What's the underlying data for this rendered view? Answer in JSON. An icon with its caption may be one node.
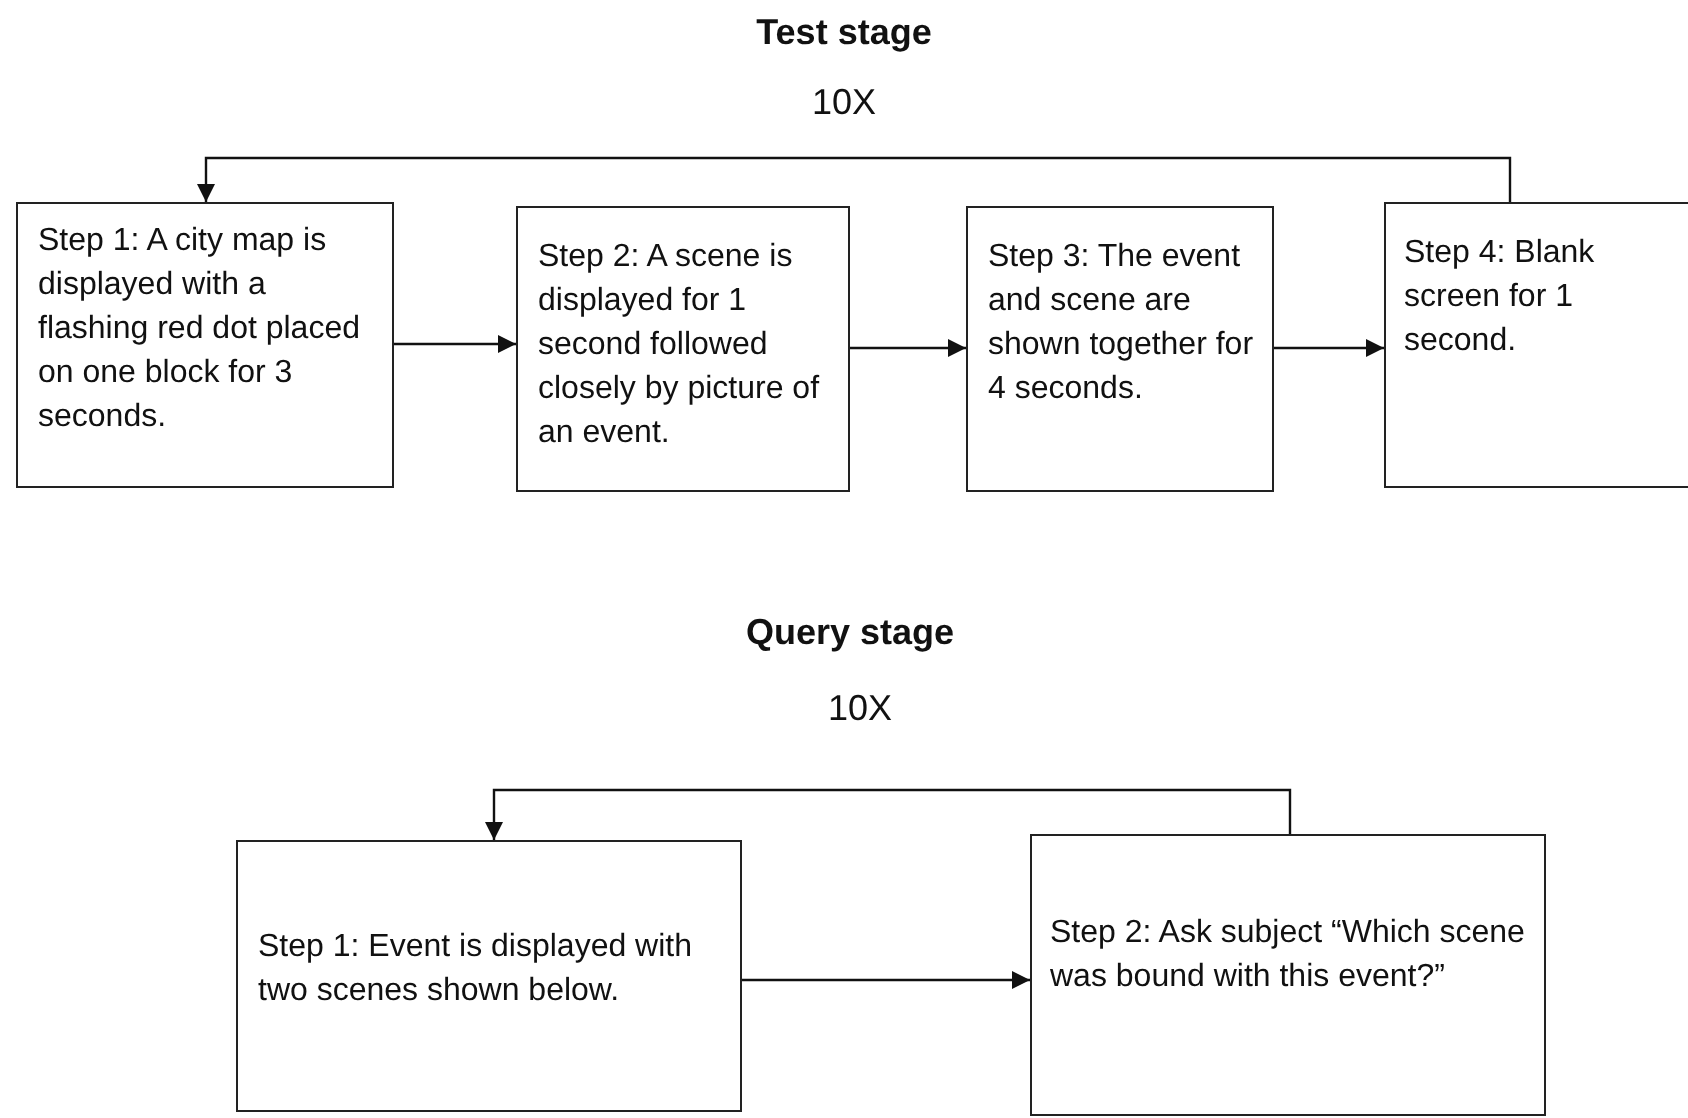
{
  "diagram": {
    "nodes": [
      {
        "text": [
          "Step 1: A city map is displayed with a flashing red dot placed on one block for 3 seconds."
        ]
      },
      {
        "text": [
          "Step 2: A scene is displayed for 1 second followed closely by picture of an event."
        ]
      },
      {
        "text": [
          "Step 3: The event and scene are  shown together for 4 seconds."
        ]
      },
      {
        "text": [
          "Step 4: Blank screen for 1  second."
        ]
      },
      {
        "text": [
          "Step 1: Event is displayed with two scenes shown below."
        ]
      },
      {
        "text": [
          "Step 2: Ask subject “Which scene was bound with this event?”"
        ]
      }
    ],
    "edges": [
      {
        "from": 0,
        "to": 1,
        "arrow": "to"
      },
      {
        "from": 1,
        "to": 2,
        "arrow": "to"
      },
      {
        "from": 2,
        "to": 3,
        "arrow": "to"
      },
      {
        "from": 3,
        "to": 0,
        "arrow": "to"
      },
      {
        "from": 4,
        "to": 5,
        "arrow": "to"
      },
      {
        "from": 5,
        "to": 4,
        "arrow": "to"
      }
    ],
    "labels": [
      "Test stage",
      "10X",
      "Query stage",
      "10X"
    ]
  }
}
